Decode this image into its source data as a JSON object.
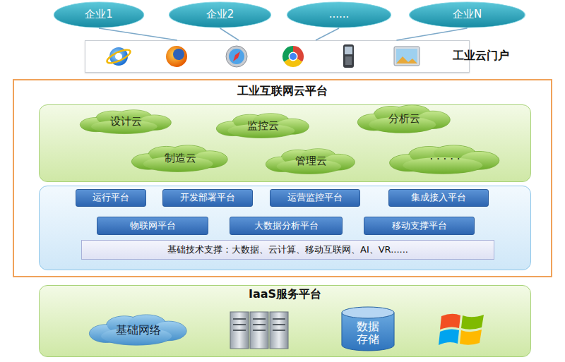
{
  "diagram": {
    "nodes": [
      {
        "text": [
          "企业1"
        ]
      },
      {
        "text": [
          "企业2"
        ]
      },
      {
        "text": [
          "......"
        ]
      },
      {
        "text": [
          "企业N"
        ]
      },
      {
        "text": [
          "工业云门户"
        ]
      },
      {
        "text": [
          "工业互联网云平台"
        ]
      },
      {
        "text": [],
        "in": 5
      },
      {
        "text": [
          "设计云"
        ],
        "in": 6
      },
      {
        "text": [
          "监控云"
        ],
        "in": 6
      },
      {
        "text": [
          "分析云"
        ],
        "in": 6
      },
      {
        "text": [
          "制造云"
        ],
        "in": 6
      },
      {
        "text": [
          "管理云"
        ],
        "in": 6
      },
      {
        "text": [
          "· · · · ·"
        ],
        "in": 6
      },
      {
        "text": [],
        "in": 5
      },
      {
        "text": [
          "运行平台"
        ],
        "in": 13
      },
      {
        "text": [
          "开发部署平台"
        ],
        "in": 13
      },
      {
        "text": [
          "运营监控平台"
        ],
        "in": 13
      },
      {
        "text": [
          "集成接入平台"
        ],
        "in": 13
      },
      {
        "text": [
          "物联网平台"
        ],
        "in": 13
      },
      {
        "text": [
          "大数据分析平台"
        ],
        "in": 13
      },
      {
        "text": [
          "移动支撑平台"
        ],
        "in": 13
      },
      {
        "text": [
          "基础技术支撑：大数据、云计算、移动互联网、AI、VR......"
        ],
        "in": 13
      },
      {
        "text": [
          "IaaS服务平台"
        ]
      },
      {
        "text": [
          "基础网络"
        ],
        "in": 22
      },
      {
        "text": [
          "数据存储"
        ],
        "in": 22
      }
    ],
    "edges": [
      {
        "from": 0,
        "to": 4,
        "arrow": "none"
      },
      {
        "from": 1,
        "to": 4,
        "arrow": "none"
      },
      {
        "from": 2,
        "to": 4,
        "arrow": "none"
      },
      {
        "from": 3,
        "to": 4,
        "arrow": "none"
      }
    ]
  }
}
